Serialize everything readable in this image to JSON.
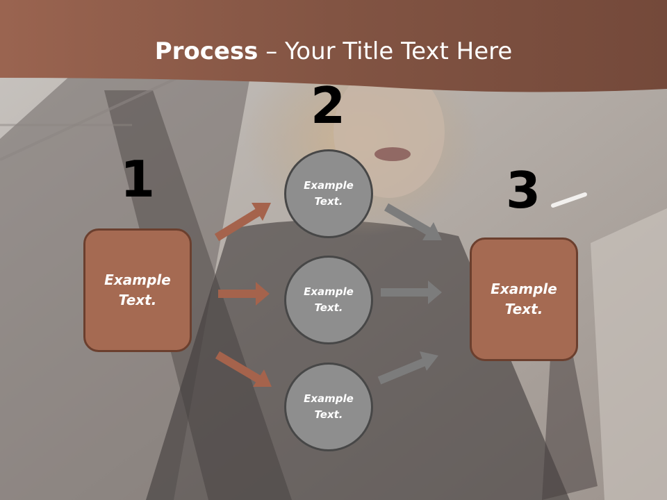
{
  "title": {
    "bold": "Process",
    "rest": " – Your Title Text Here"
  },
  "steps": [
    {
      "number": "1",
      "label": "Example Text."
    },
    {
      "number": "2",
      "label": "Example Text."
    },
    {
      "number": "3",
      "label": "Example Text."
    }
  ],
  "circles": [
    {
      "label": "Example Text."
    },
    {
      "label": "Example Text."
    },
    {
      "label": "Example Text."
    }
  ],
  "colors": {
    "header": "#8a5a45",
    "box_fill": "#a56a52",
    "box_border": "#6b3f2e",
    "circle_fill": "#8e8e8e",
    "circle_border": "#474747",
    "arrow_brown": "#a5634c",
    "arrow_gray": "#7c7c7c"
  }
}
